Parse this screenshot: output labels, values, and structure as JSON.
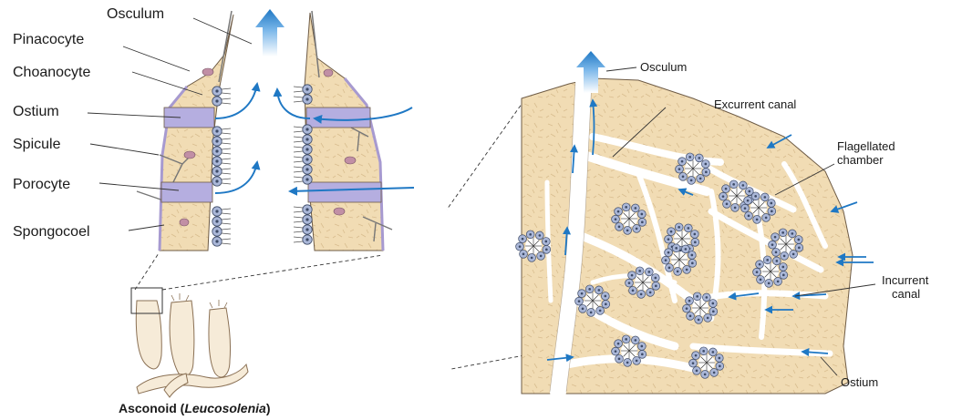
{
  "left_labels": {
    "osculum": "Osculum",
    "pinacocyte": "Pinacocyte",
    "choanocyte": "Choanocyte",
    "ostium": "Ostium",
    "spicule": "Spicule",
    "porocyte": "Porocyte",
    "spongocoel": "Spongocoel"
  },
  "caption": {
    "name": "Asconoid (",
    "genus": "Leucosolenia",
    "close": ")"
  },
  "right_labels": {
    "osculum": "Osculum",
    "excurrent": "Excurrent canal",
    "flagellated_1": "Flagellated",
    "flagellated_2": "chamber",
    "incurrent_1": "Incurrent",
    "incurrent_2": "canal",
    "ostium": "Ostium"
  },
  "colors": {
    "tissue": "#f1dcb4",
    "tissue_edge": "#6e5b45",
    "pinacoderm": "#a79ad0",
    "porocyte_band": "#b5aee0",
    "choanocyte": "#aab7d8",
    "flow_arrow": "#1f78c4",
    "canal": "#ffffff"
  }
}
